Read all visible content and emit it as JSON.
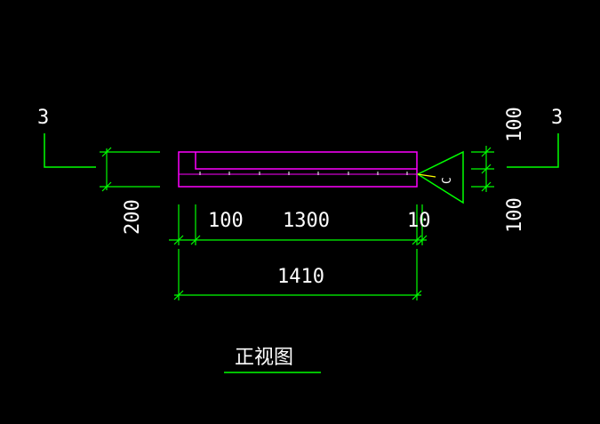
{
  "colors": {
    "background": "#000000",
    "dimension": "#00ff00",
    "outline": "#ff00ff",
    "text": "#ffffff",
    "marker": "#ffff00"
  },
  "section_marks": {
    "left": "3",
    "right": "3"
  },
  "dimensions": {
    "left_height": "200",
    "segment_left": "100",
    "segment_middle": "1300",
    "segment_right": "10",
    "overall_width": "1410",
    "right_top": "100",
    "right_bottom": "100"
  },
  "view_marker": {
    "letter": "C"
  },
  "view_title": "正视图"
}
